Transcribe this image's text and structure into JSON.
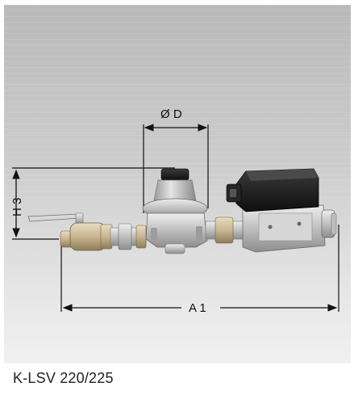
{
  "diagram": {
    "caption": "K-LSV 220/225",
    "dimensions": {
      "diameter": "Ø D",
      "height": "H 3",
      "length": "A 1"
    }
  },
  "colors": {
    "panel_top": "#b9b9b9",
    "panel_bottom": "#f1f1f1",
    "dimension_lines": "#111111",
    "actuator_black": "#1c1c1c",
    "metal": "#c8c8c8"
  }
}
